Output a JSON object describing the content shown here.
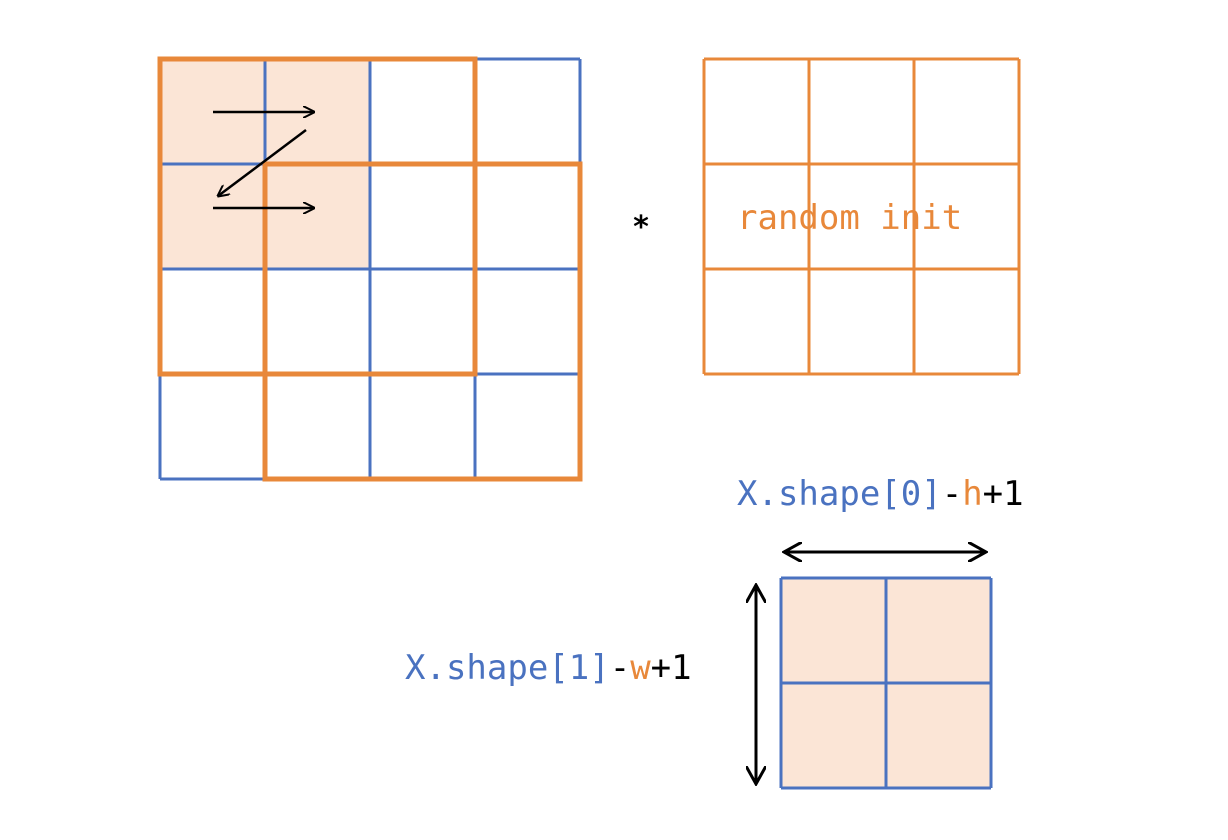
{
  "colors": {
    "blue": "#4a72c0",
    "orange": "#e8883a",
    "fill": "#fbe5d6",
    "black": "#000000"
  },
  "input_grid": {
    "rows": 4,
    "cols": 4,
    "highlighted_cells": [
      [
        0,
        0
      ],
      [
        0,
        1
      ],
      [
        1,
        0
      ],
      [
        1,
        1
      ]
    ]
  },
  "kernel_grid": {
    "rows": 3,
    "cols": 3,
    "label": "random init"
  },
  "output_grid": {
    "rows": 2,
    "cols": 2
  },
  "operator": "*",
  "width_label": {
    "x": "X.shape[0]",
    "minus": "-",
    "dim": "h",
    "plus": "+1"
  },
  "height_label": {
    "x": "X.shape[1]",
    "minus": "-",
    "dim": "w",
    "plus": "+1"
  },
  "icons": [
    "right-arrow-icon",
    "diagonal-arrow-icon",
    "double-arrow-icon"
  ]
}
